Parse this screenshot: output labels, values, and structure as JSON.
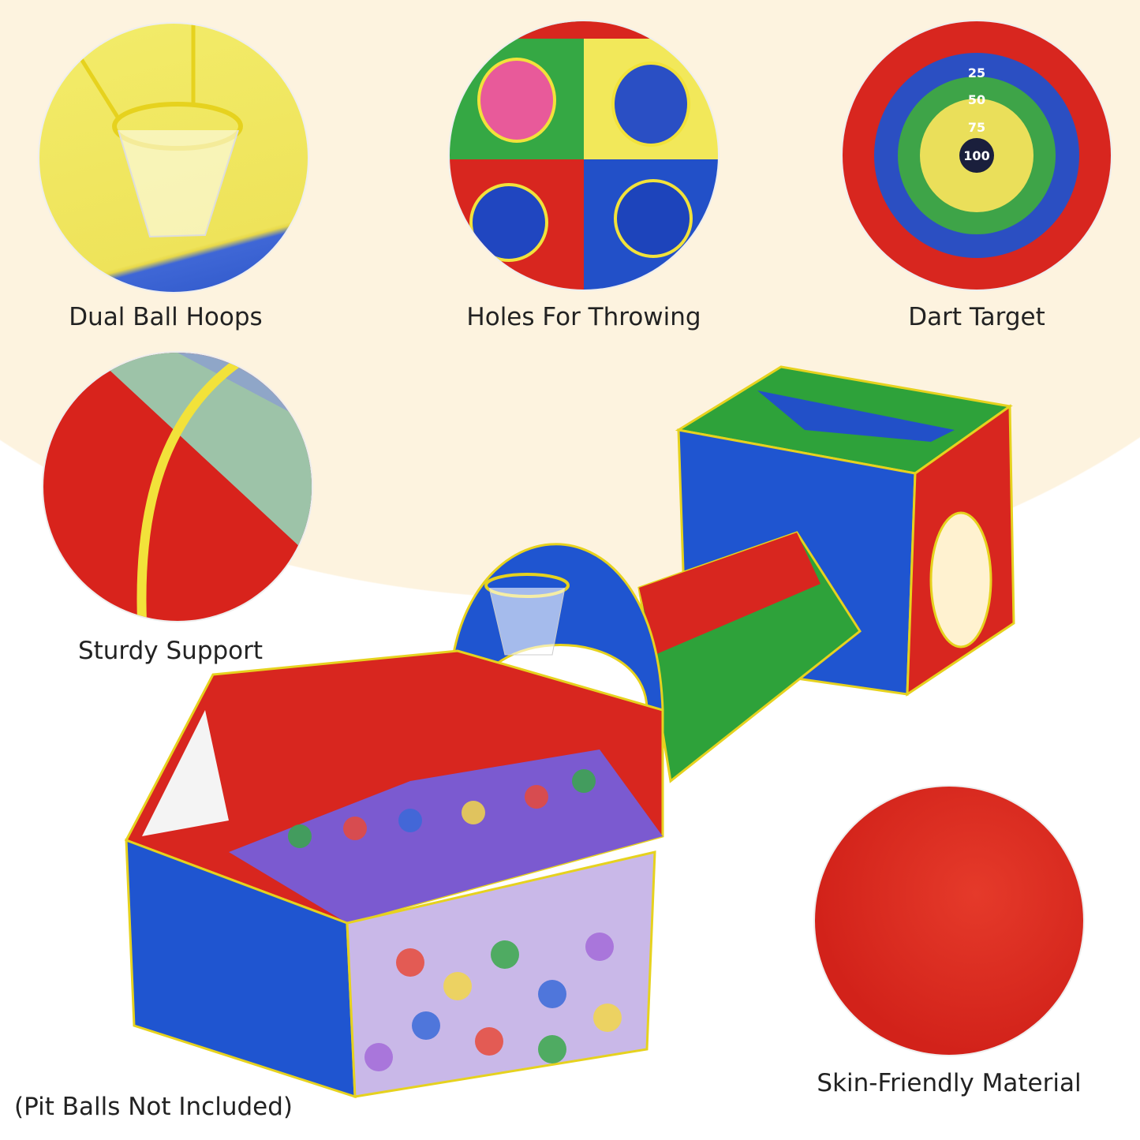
{
  "features": [
    {
      "label": "Dual Ball Hoops"
    },
    {
      "label": "Holes For Throwing"
    },
    {
      "label": "Dart Target"
    },
    {
      "label": "Sturdy Support"
    },
    {
      "label": "Skin-Friendly Material"
    }
  ],
  "dart_scores": [
    "25",
    "50",
    "75",
    "100"
  ],
  "note": "(Pit Balls Not Included)",
  "colors": {
    "background": "#fdf3df",
    "red": "#d8261f",
    "blue": "#1f4fc4",
    "green": "#2ea23a",
    "yellow": "#f2e23a"
  }
}
